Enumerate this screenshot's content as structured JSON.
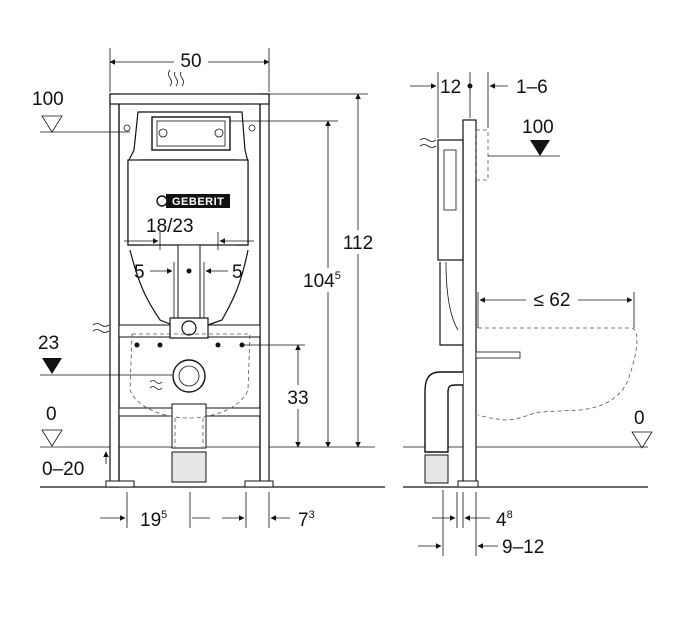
{
  "front": {
    "width": "50",
    "level_100": "100",
    "level_23": "23",
    "level_0": "0",
    "floor_range": "0–20",
    "inner_spacing": "18/23",
    "offset_left": "5",
    "offset_right": "5",
    "height_33": "33",
    "height_104_main": "104",
    "height_104_sup": "5",
    "height_112": "112",
    "bottom_left_main": "19",
    "bottom_left_sup": "5",
    "bottom_right_main": "7",
    "bottom_right_sup": "3",
    "brand": "GEBERIT"
  },
  "side": {
    "depth_12": "12",
    "range_1_6": "1–6",
    "level_100": "100",
    "reach": "≤ 62",
    "level_0": "0",
    "bottom_4_main": "4",
    "bottom_4_sup": "8",
    "bottom_9_12": "9–12"
  },
  "colors": {
    "ink": "#111111",
    "fill": "#e6e6e6",
    "arrow": "#111111"
  }
}
